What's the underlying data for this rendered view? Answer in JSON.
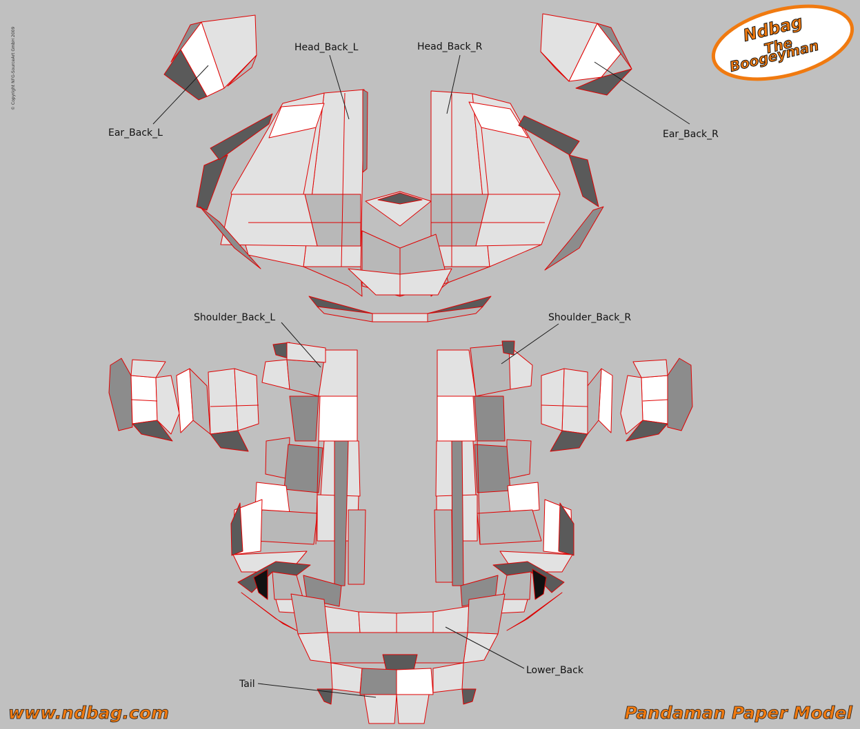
{
  "copyright": "© Copyright NFG-SourceArt GmbH 2009",
  "logo": {
    "line1": "Ndbag",
    "line2": "The",
    "line3": "Boogeyman"
  },
  "footer": {
    "website": "www.ndbag.com",
    "title": "Pandaman Paper Model"
  },
  "labels": {
    "ear_back_l": "Ear_Back_L",
    "head_back_l": "Head_Back_L",
    "head_back_r": "Head_Back_R",
    "ear_back_r": "Ear_Back_R",
    "shoulder_back_l": "Shoulder_Back_L",
    "shoulder_back_r": "Shoulder_Back_R",
    "lower_back": "Lower_Back",
    "tail": "Tail"
  },
  "colors": {
    "background": "#c0c0c0",
    "fold_line": "#e00000",
    "brand_orange": "#f07a10"
  }
}
